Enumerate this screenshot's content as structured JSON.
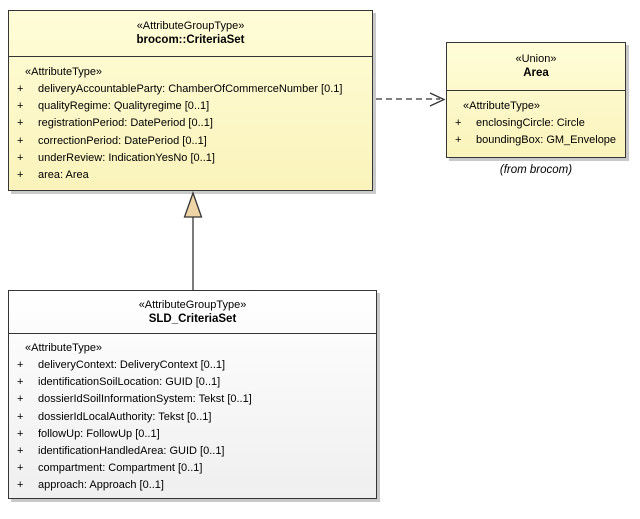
{
  "criteria_set": {
    "stereotype": "«AttributeGroupType»",
    "name": "brocom::CriteriaSet",
    "attr_header": "«AttributeType»",
    "attributes": [
      {
        "vis": "+",
        "text": "deliveryAccountableParty: ChamberOfCommerceNumber [0.1]"
      },
      {
        "vis": "+",
        "text": "qualityRegime: Qualityregime [0..1]"
      },
      {
        "vis": "+",
        "text": "registrationPeriod: DatePeriod [0..1]"
      },
      {
        "vis": "+",
        "text": "correctionPeriod: DatePeriod [0..1]"
      },
      {
        "vis": "+",
        "text": "underReview: IndicationYesNo [0..1]"
      },
      {
        "vis": "+",
        "text": "area: Area"
      }
    ]
  },
  "area_union": {
    "stereotype": "«Union»",
    "name": "Area",
    "attr_header": "«AttributeType»",
    "attributes": [
      {
        "vis": "+",
        "text": "enclosingCircle: Circle"
      },
      {
        "vis": "+",
        "text": "boundingBox: GM_Envelope"
      }
    ],
    "caption": "(from brocom)"
  },
  "sld_criteria_set": {
    "stereotype": "«AttributeGroupType»",
    "name": "SLD_CriteriaSet",
    "attr_header": "«AttributeType»",
    "attributes": [
      {
        "vis": "+",
        "text": "deliveryContext: DeliveryContext [0..1]"
      },
      {
        "vis": "+",
        "text": "identificationSoilLocation: GUID [0..1]"
      },
      {
        "vis": "+",
        "text": "dossierIdSoilInformationSystem: Tekst [0..1]"
      },
      {
        "vis": "+",
        "text": "dossierIdLocalAuthority: Tekst [0..1]"
      },
      {
        "vis": "+",
        "text": "followUp: FollowUp [0..1]"
      },
      {
        "vis": "+",
        "text": "identificationHandledArea: GUID [0..1]"
      },
      {
        "vis": "+",
        "text": "compartment: Compartment [0..1]"
      },
      {
        "vis": "+",
        "text": "approach: Approach [0..1]"
      }
    ]
  },
  "connectors": {
    "dependency": "dashed open-arrow from brocom::CriteriaSet to Area",
    "generalization": "solid line with hollow triangle from SLD_CriteriaSet to brocom::CriteriaSet"
  },
  "colors": {
    "class_fill_top": "#FFFDD8",
    "class_fill_bottom": "#FAF3BB",
    "neutral_fill_top": "#FFFFFF",
    "neutral_fill_bottom": "#EFEFEF",
    "border": "#353535",
    "shadow": "#C9C9C9",
    "triangle_fill": "#EFD5A5",
    "background": "#FFFFFF"
  }
}
